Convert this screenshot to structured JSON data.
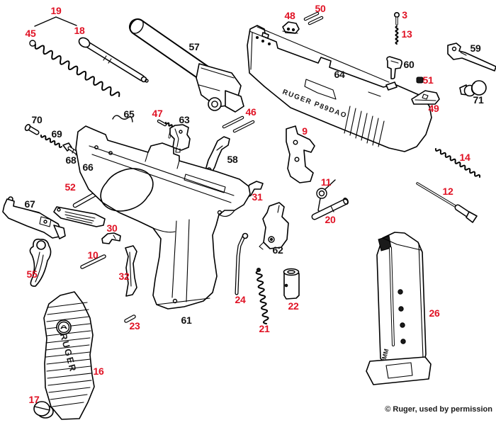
{
  "diagram": {
    "credit": "© Ruger, used by permission",
    "slide_engraving": "RUGER P89DAO",
    "magazine_marking": "9MM",
    "grip_marking": "RUGER"
  },
  "colors": {
    "label_red": "#e01224",
    "label_black": "#111111",
    "line": "#000000",
    "background": "#ffffff"
  },
  "parts": [
    {
      "number": "19",
      "color": "#e01224"
    },
    {
      "number": "45",
      "color": "#e01224"
    },
    {
      "number": "18",
      "color": "#e01224"
    },
    {
      "number": "57",
      "color": "#111111"
    },
    {
      "number": "48",
      "color": "#e01224"
    },
    {
      "number": "50",
      "color": "#e01224"
    },
    {
      "number": "3",
      "color": "#e01224"
    },
    {
      "number": "13",
      "color": "#e01224"
    },
    {
      "number": "64",
      "color": "#111111"
    },
    {
      "number": "59",
      "color": "#111111"
    },
    {
      "number": "60",
      "color": "#111111"
    },
    {
      "number": "51",
      "color": "#e01224"
    },
    {
      "number": "49",
      "color": "#e01224"
    },
    {
      "number": "71",
      "color": "#111111"
    },
    {
      "number": "14",
      "color": "#e01224"
    },
    {
      "number": "12",
      "color": "#e01224"
    },
    {
      "number": "46",
      "color": "#e01224"
    },
    {
      "number": "47",
      "color": "#e01224"
    },
    {
      "number": "63",
      "color": "#111111"
    },
    {
      "number": "65",
      "color": "#111111"
    },
    {
      "number": "58",
      "color": "#111111"
    },
    {
      "number": "9",
      "color": "#e01224"
    },
    {
      "number": "31",
      "color": "#e01224"
    },
    {
      "number": "11",
      "color": "#e01224"
    },
    {
      "number": "20",
      "color": "#e01224"
    },
    {
      "number": "70",
      "color": "#111111"
    },
    {
      "number": "69",
      "color": "#111111"
    },
    {
      "number": "68",
      "color": "#111111"
    },
    {
      "number": "66",
      "color": "#111111"
    },
    {
      "number": "52",
      "color": "#e01224"
    },
    {
      "number": "67",
      "color": "#111111"
    },
    {
      "number": "30",
      "color": "#e01224"
    },
    {
      "number": "10",
      "color": "#e01224"
    },
    {
      "number": "55",
      "color": "#e01224"
    },
    {
      "number": "32",
      "color": "#e01224"
    },
    {
      "number": "62",
      "color": "#111111"
    },
    {
      "number": "23",
      "color": "#e01224"
    },
    {
      "number": "61",
      "color": "#111111"
    },
    {
      "number": "24",
      "color": "#e01224"
    },
    {
      "number": "21",
      "color": "#e01224"
    },
    {
      "number": "22",
      "color": "#e01224"
    },
    {
      "number": "26",
      "color": "#e01224"
    },
    {
      "number": "16",
      "color": "#e01224"
    },
    {
      "number": "17",
      "color": "#e01224"
    }
  ]
}
